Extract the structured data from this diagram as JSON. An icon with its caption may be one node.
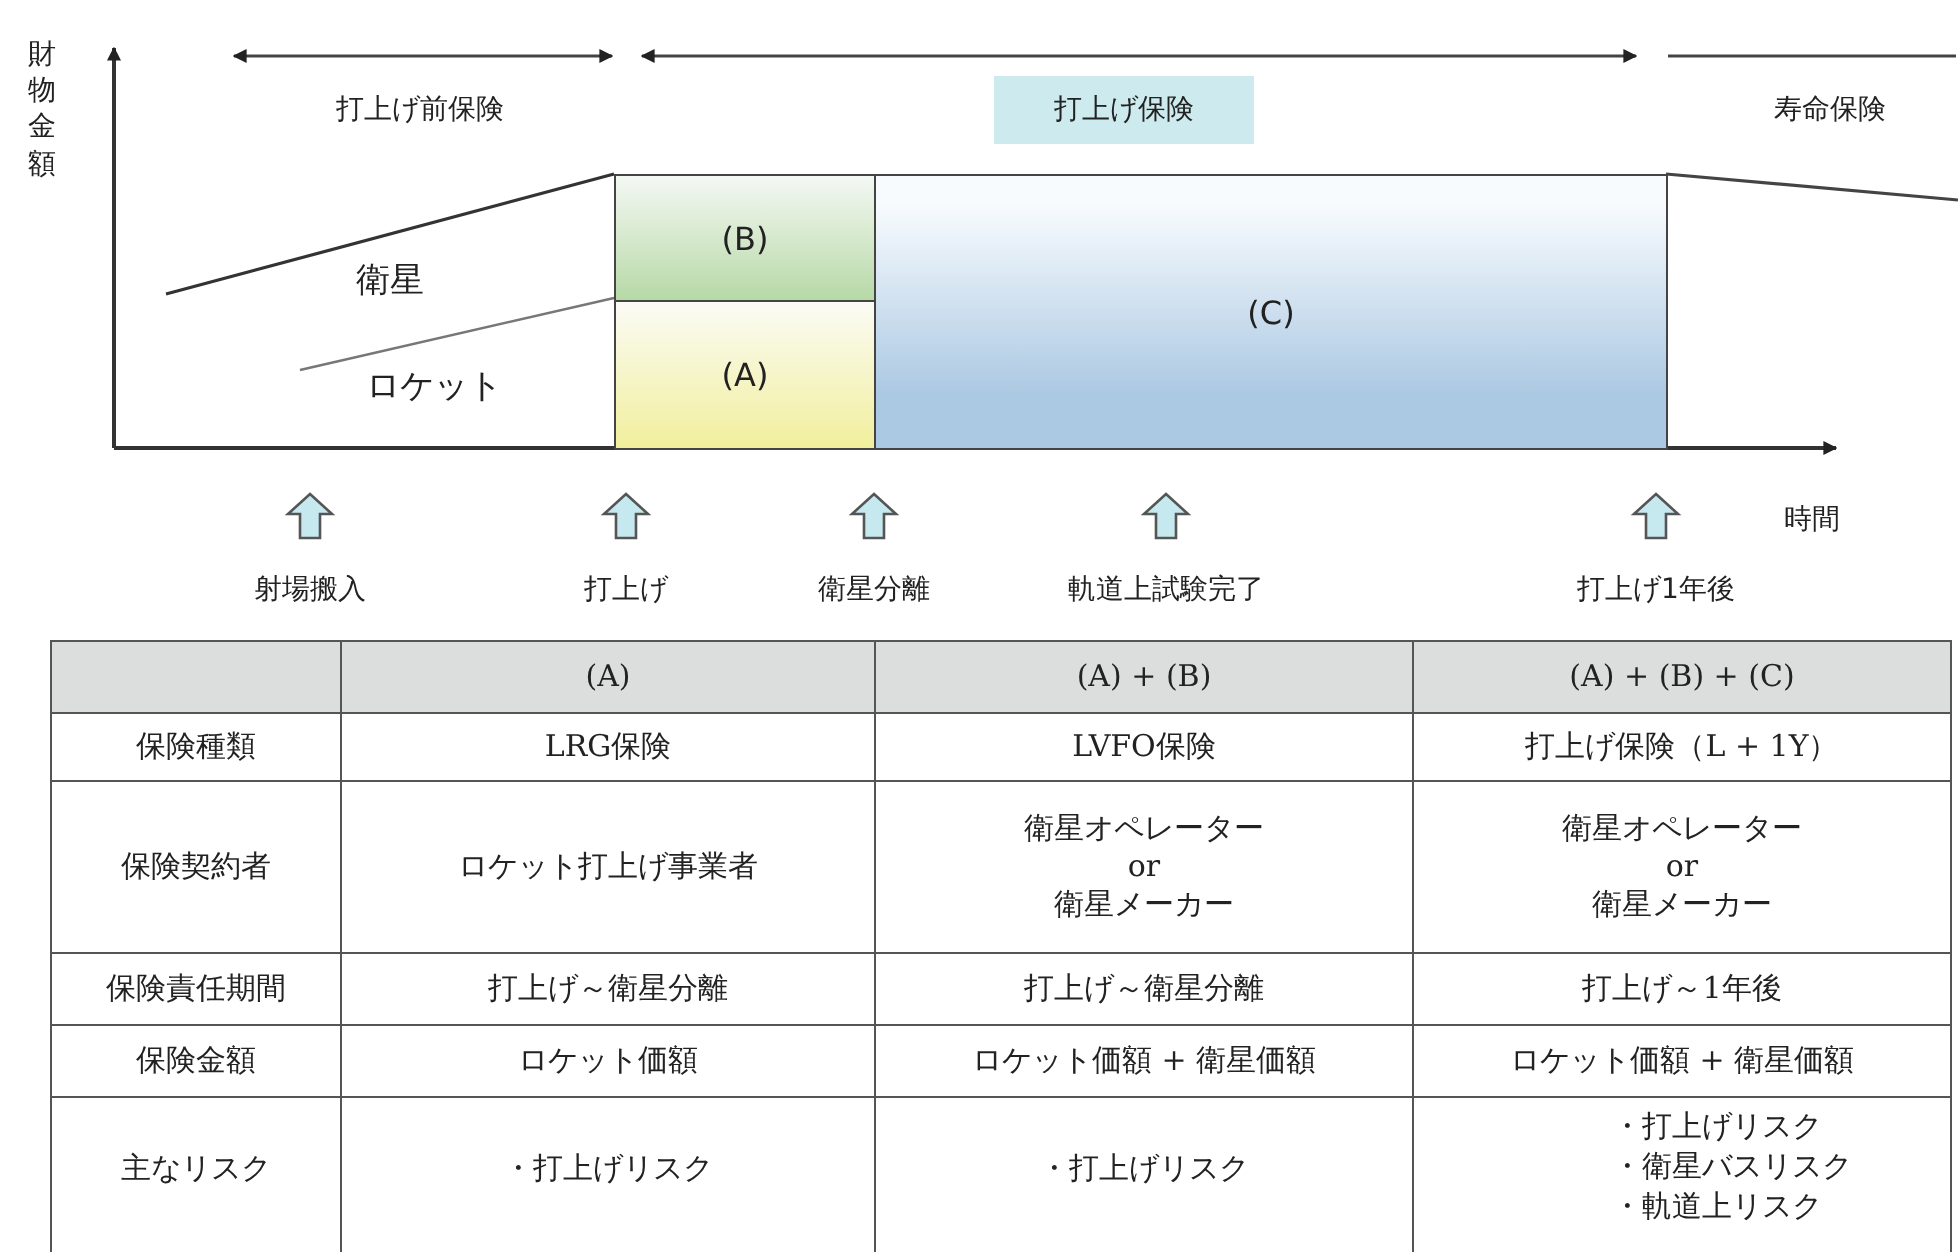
{
  "diagram": {
    "nodes": [
      {
        "text": [
          "打上げ保険"
        ]
      },
      {
        "text": [
          "(B)"
        ]
      },
      {
        "text": [
          "(C)"
        ]
      },
      {
        "text": [
          "(A)"
        ]
      }
    ],
    "labels": [
      "財物金額",
      "打上げ前保険",
      "寿命保険",
      "衛星",
      "ロケット",
      "時間",
      "射場搬入",
      "打上げ",
      "衛星分離",
      "軌道上試験完了",
      "打上げ1年後",
      "(A)",
      "(A) + (B)",
      "(A) + (B) + (C)",
      "保険種類",
      "LRG保険",
      "LVFO保険",
      "打上げ保険（L + 1Y）",
      "保険契約者",
      "ロケット打上げ事業者",
      "衛星オペレーター or 衛星メーカー",
      "衛星オペレーター or 衛星メーカー",
      "保険責任期間",
      "打上げ～衛星分離",
      "打上げ～衛星分離",
      "打上げ～1年後",
      "保険金額",
      "ロケット価額",
      "ロケット価額 + 衛星価額",
      "ロケット価額 + 衛星価額",
      "主なリスク",
      "・打上げリスク",
      "・打上げリスク",
      "・打上げリスク",
      "・衛星バスリスク",
      "・軌道上リスク"
    ]
  }
}
